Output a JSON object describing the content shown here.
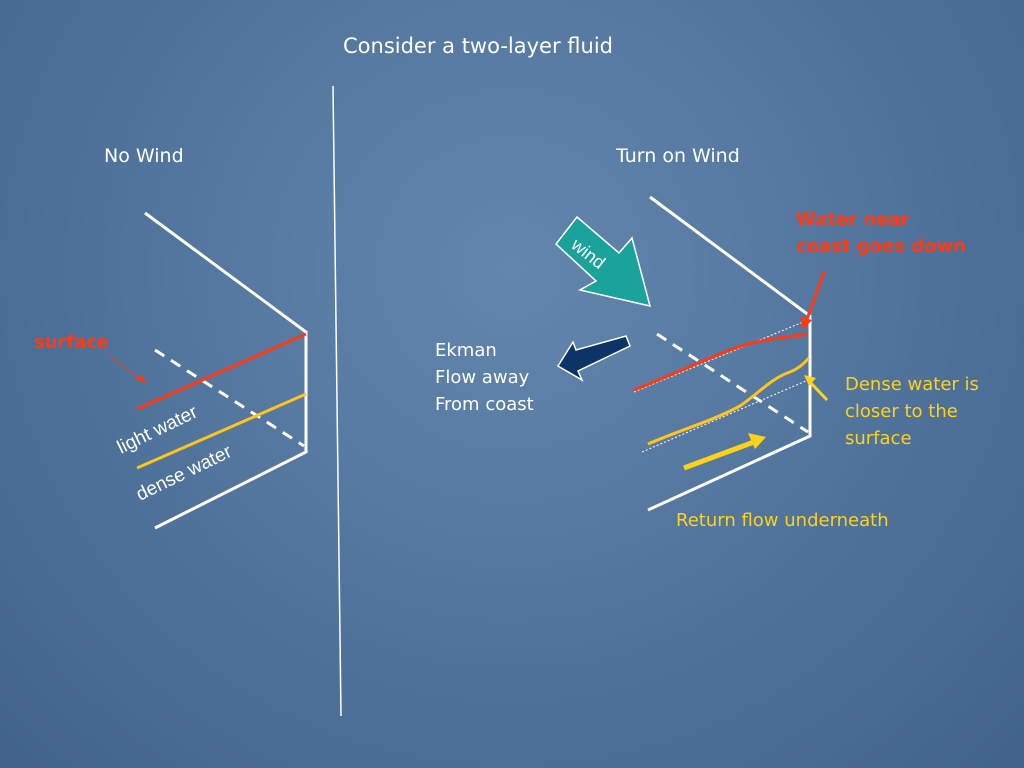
{
  "title": "Consider a two-layer fluid",
  "left_panel": {
    "heading": "No Wind",
    "surface_label": "surface",
    "light_label": "light water",
    "dense_label": "dense water"
  },
  "right_panel": {
    "heading": "Turn on Wind",
    "wind_label": "wind",
    "ekman_lines": [
      "Ekman",
      "Flow away",
      "From coast"
    ],
    "water_down_lines": [
      "Water near",
      "coast goes down"
    ],
    "dense_closer_lines": [
      "Dense water is",
      "closer to the",
      "surface"
    ],
    "return_flow_label": "Return flow underneath"
  },
  "colors": {
    "surface_line": "#ff3a12",
    "interface_line": "#ffc41a",
    "wind_arrow": "#1aa39b",
    "ekman_arrow": "#0c3466",
    "outline": "#ffffff"
  }
}
